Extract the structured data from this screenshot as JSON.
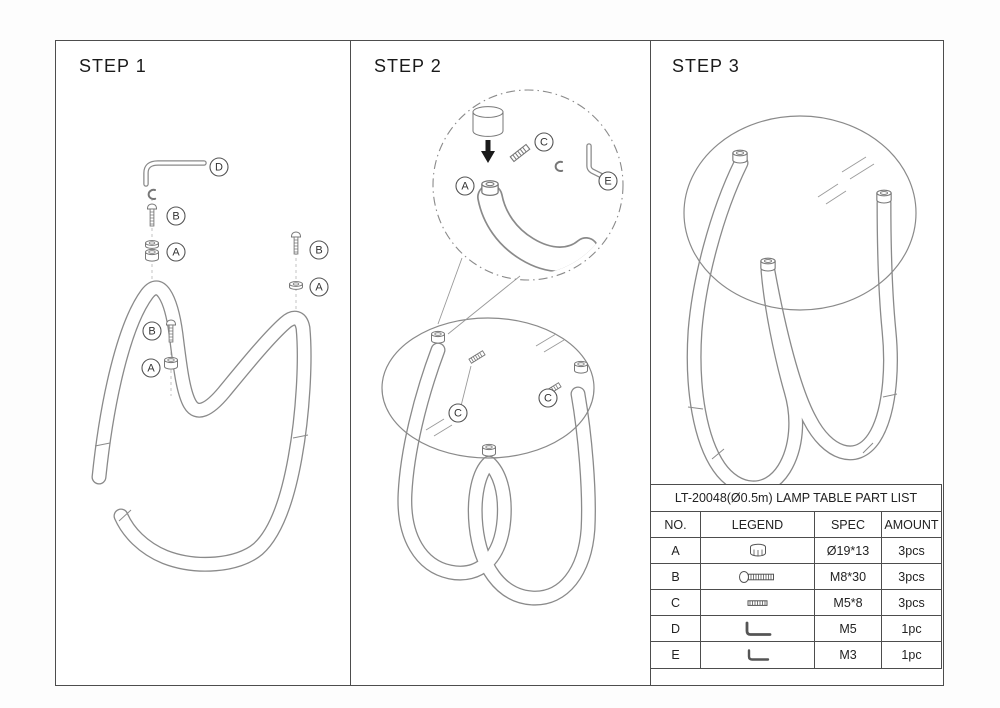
{
  "sheet": {
    "steps": [
      {
        "label": "STEP 1"
      },
      {
        "label": "STEP 2"
      },
      {
        "label": "STEP 3"
      }
    ]
  },
  "callouts": {
    "s1": [
      "D",
      "B",
      "A",
      "B",
      "A",
      "B",
      "A"
    ],
    "s2": [
      "A",
      "C",
      "E",
      "C",
      "C"
    ]
  },
  "parts_table": {
    "title": "LT-20048(Ø0.5m) LAMP TABLE PART LIST",
    "columns": [
      "NO.",
      "LEGEND",
      "SPEC",
      "AMOUNT"
    ],
    "rows": [
      {
        "no": "A",
        "icon": "cap-nut-icon",
        "spec": "Ø19*13",
        "amount": "3pcs"
      },
      {
        "no": "B",
        "icon": "pan-head-bolt-icon",
        "spec": "M8*30",
        "amount": "3pcs"
      },
      {
        "no": "C",
        "icon": "set-screw-icon",
        "spec": "M5*8",
        "amount": "3pcs"
      },
      {
        "no": "D",
        "icon": "allen-key-icon",
        "spec": "M5",
        "amount": "1pc"
      },
      {
        "no": "E",
        "icon": "allen-key-icon",
        "spec": "M3",
        "amount": "1pc"
      }
    ]
  },
  "colors": {
    "line": "#8a8a8a",
    "border": "#4d4d4d",
    "text": "#222222"
  }
}
